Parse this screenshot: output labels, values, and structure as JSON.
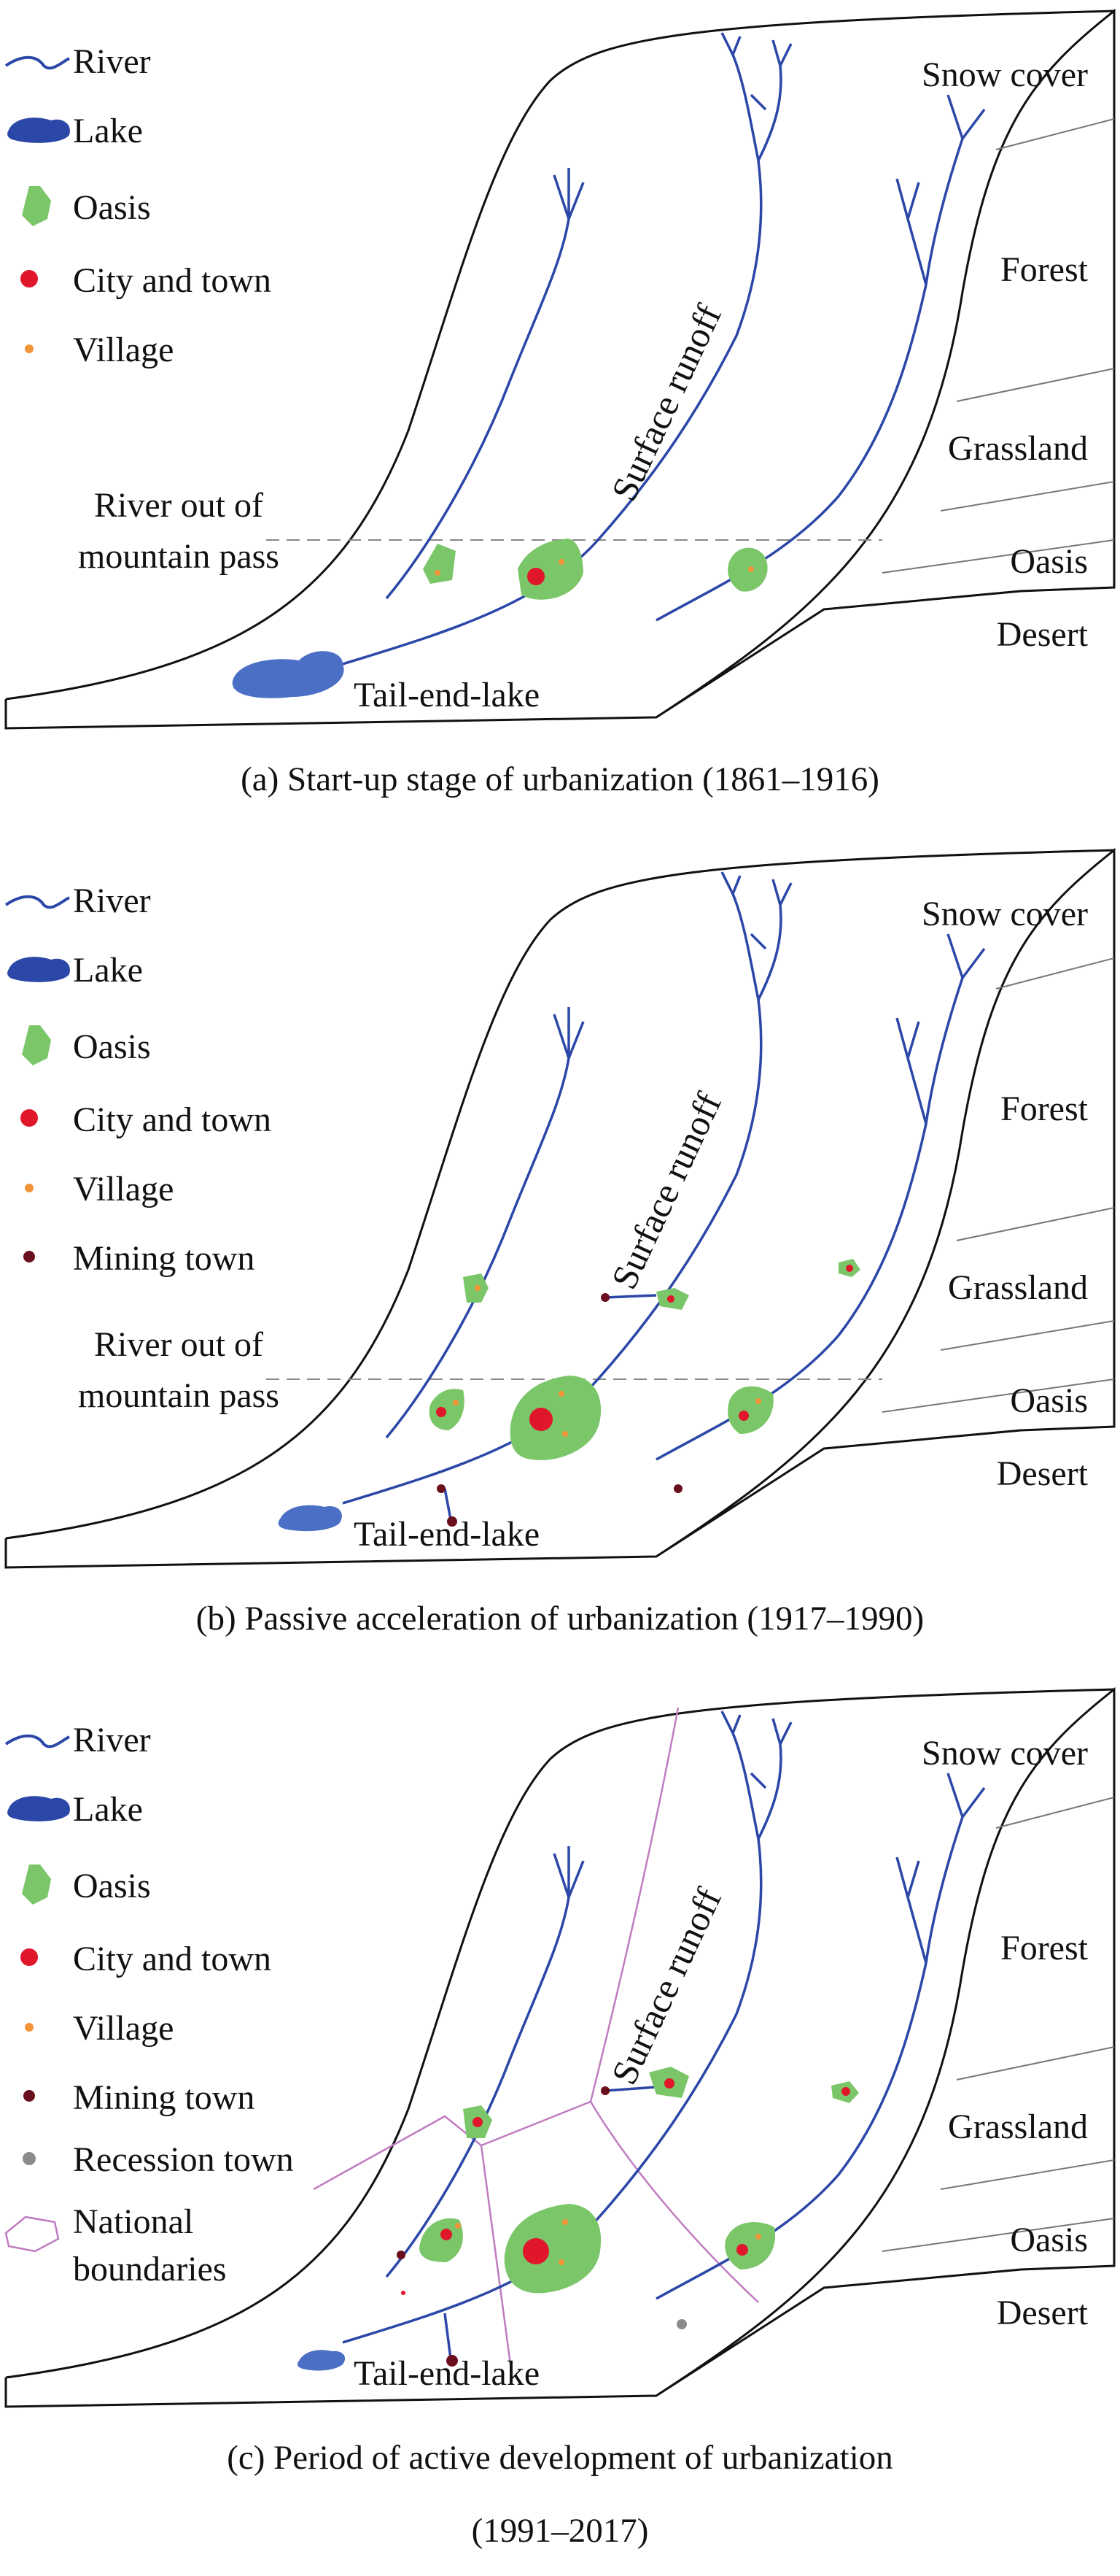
{
  "panels": [
    {
      "legend": [
        "River",
        "Lake",
        "Oasis",
        "City and town",
        "Village"
      ],
      "zones": [
        "Snow cover",
        "Forest",
        "Grassland",
        "Oasis",
        "Desert"
      ],
      "surface_runoff": "Surface runoff",
      "pass_line_1": "River out of",
      "pass_line_2": "mountain pass",
      "tail_lake": "Tail-end-lake",
      "caption": "(a) Start-up stage of urbanization (1861–1916)"
    },
    {
      "legend": [
        "River",
        "Lake",
        "Oasis",
        "City and town",
        "Village",
        "Mining town"
      ],
      "zones": [
        "Snow cover",
        "Forest",
        "Grassland",
        "Oasis",
        "Desert"
      ],
      "surface_runoff": "Surface runoff",
      "pass_line_1": "River out of",
      "pass_line_2": "mountain pass",
      "tail_lake": "Tail-end-lake",
      "caption": "(b) Passive acceleration of urbanization (1917–1990)"
    },
    {
      "legend": [
        "River",
        "Lake",
        "Oasis",
        "City and town",
        "Village",
        "Mining town",
        "Recession town"
      ],
      "legend_boundary_1": "National",
      "legend_boundary_2": "boundaries",
      "zones": [
        "Snow cover",
        "Forest",
        "Grassland",
        "Oasis",
        "Desert"
      ],
      "surface_runoff": "Surface runoff",
      "tail_lake": "Tail-end-lake",
      "caption_line_1": "(c) Period of active development of urbanization",
      "caption_line_2": "(1991–2017)"
    }
  ],
  "colors": {
    "river": "#2b47a8",
    "lake": "#4a6fc4",
    "oasis": "#7cc66a",
    "city": "#e0162b",
    "village": "#f4943a",
    "mining": "#6a0d1c",
    "recession": "#8c8c8c",
    "boundary": "#c07cc0"
  }
}
